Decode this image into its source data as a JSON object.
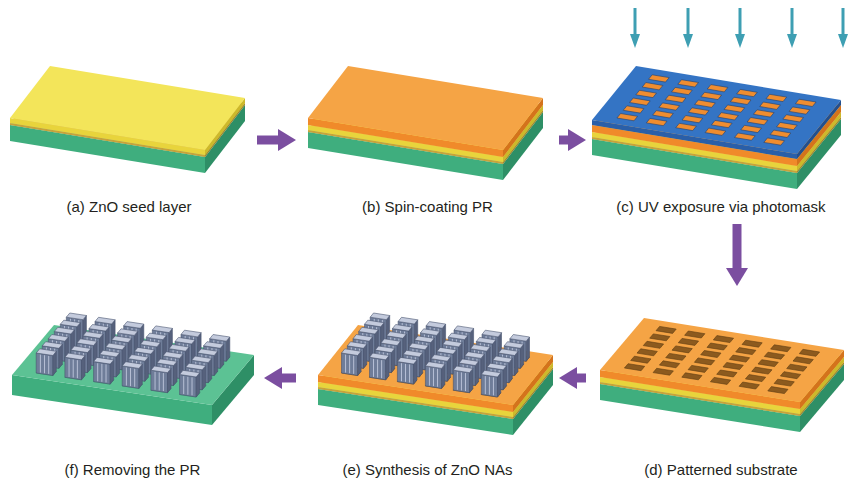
{
  "diagram": {
    "nodes": [
      {
        "text": [
          "(a) ZnO seed layer"
        ]
      },
      {
        "text": [
          "(b) Spin-coating PR"
        ]
      },
      {
        "text": [
          "(c) UV exposure via photomask"
        ]
      },
      {
        "text": [
          "(d) Patterned substrate"
        ]
      },
      {
        "text": [
          "(e) Synthesis of ZnO NAs"
        ]
      },
      {
        "text": [
          "(f) Removing the PR"
        ]
      }
    ],
    "edges": [
      {
        "from": 0,
        "to": 1,
        "arrow": "to"
      },
      {
        "from": 1,
        "to": 2,
        "arrow": "to"
      },
      {
        "from": 2,
        "to": 3,
        "arrow": "to"
      },
      {
        "from": 3,
        "to": 4,
        "arrow": "to"
      },
      {
        "from": 4,
        "to": 5,
        "arrow": "to"
      }
    ]
  }
}
